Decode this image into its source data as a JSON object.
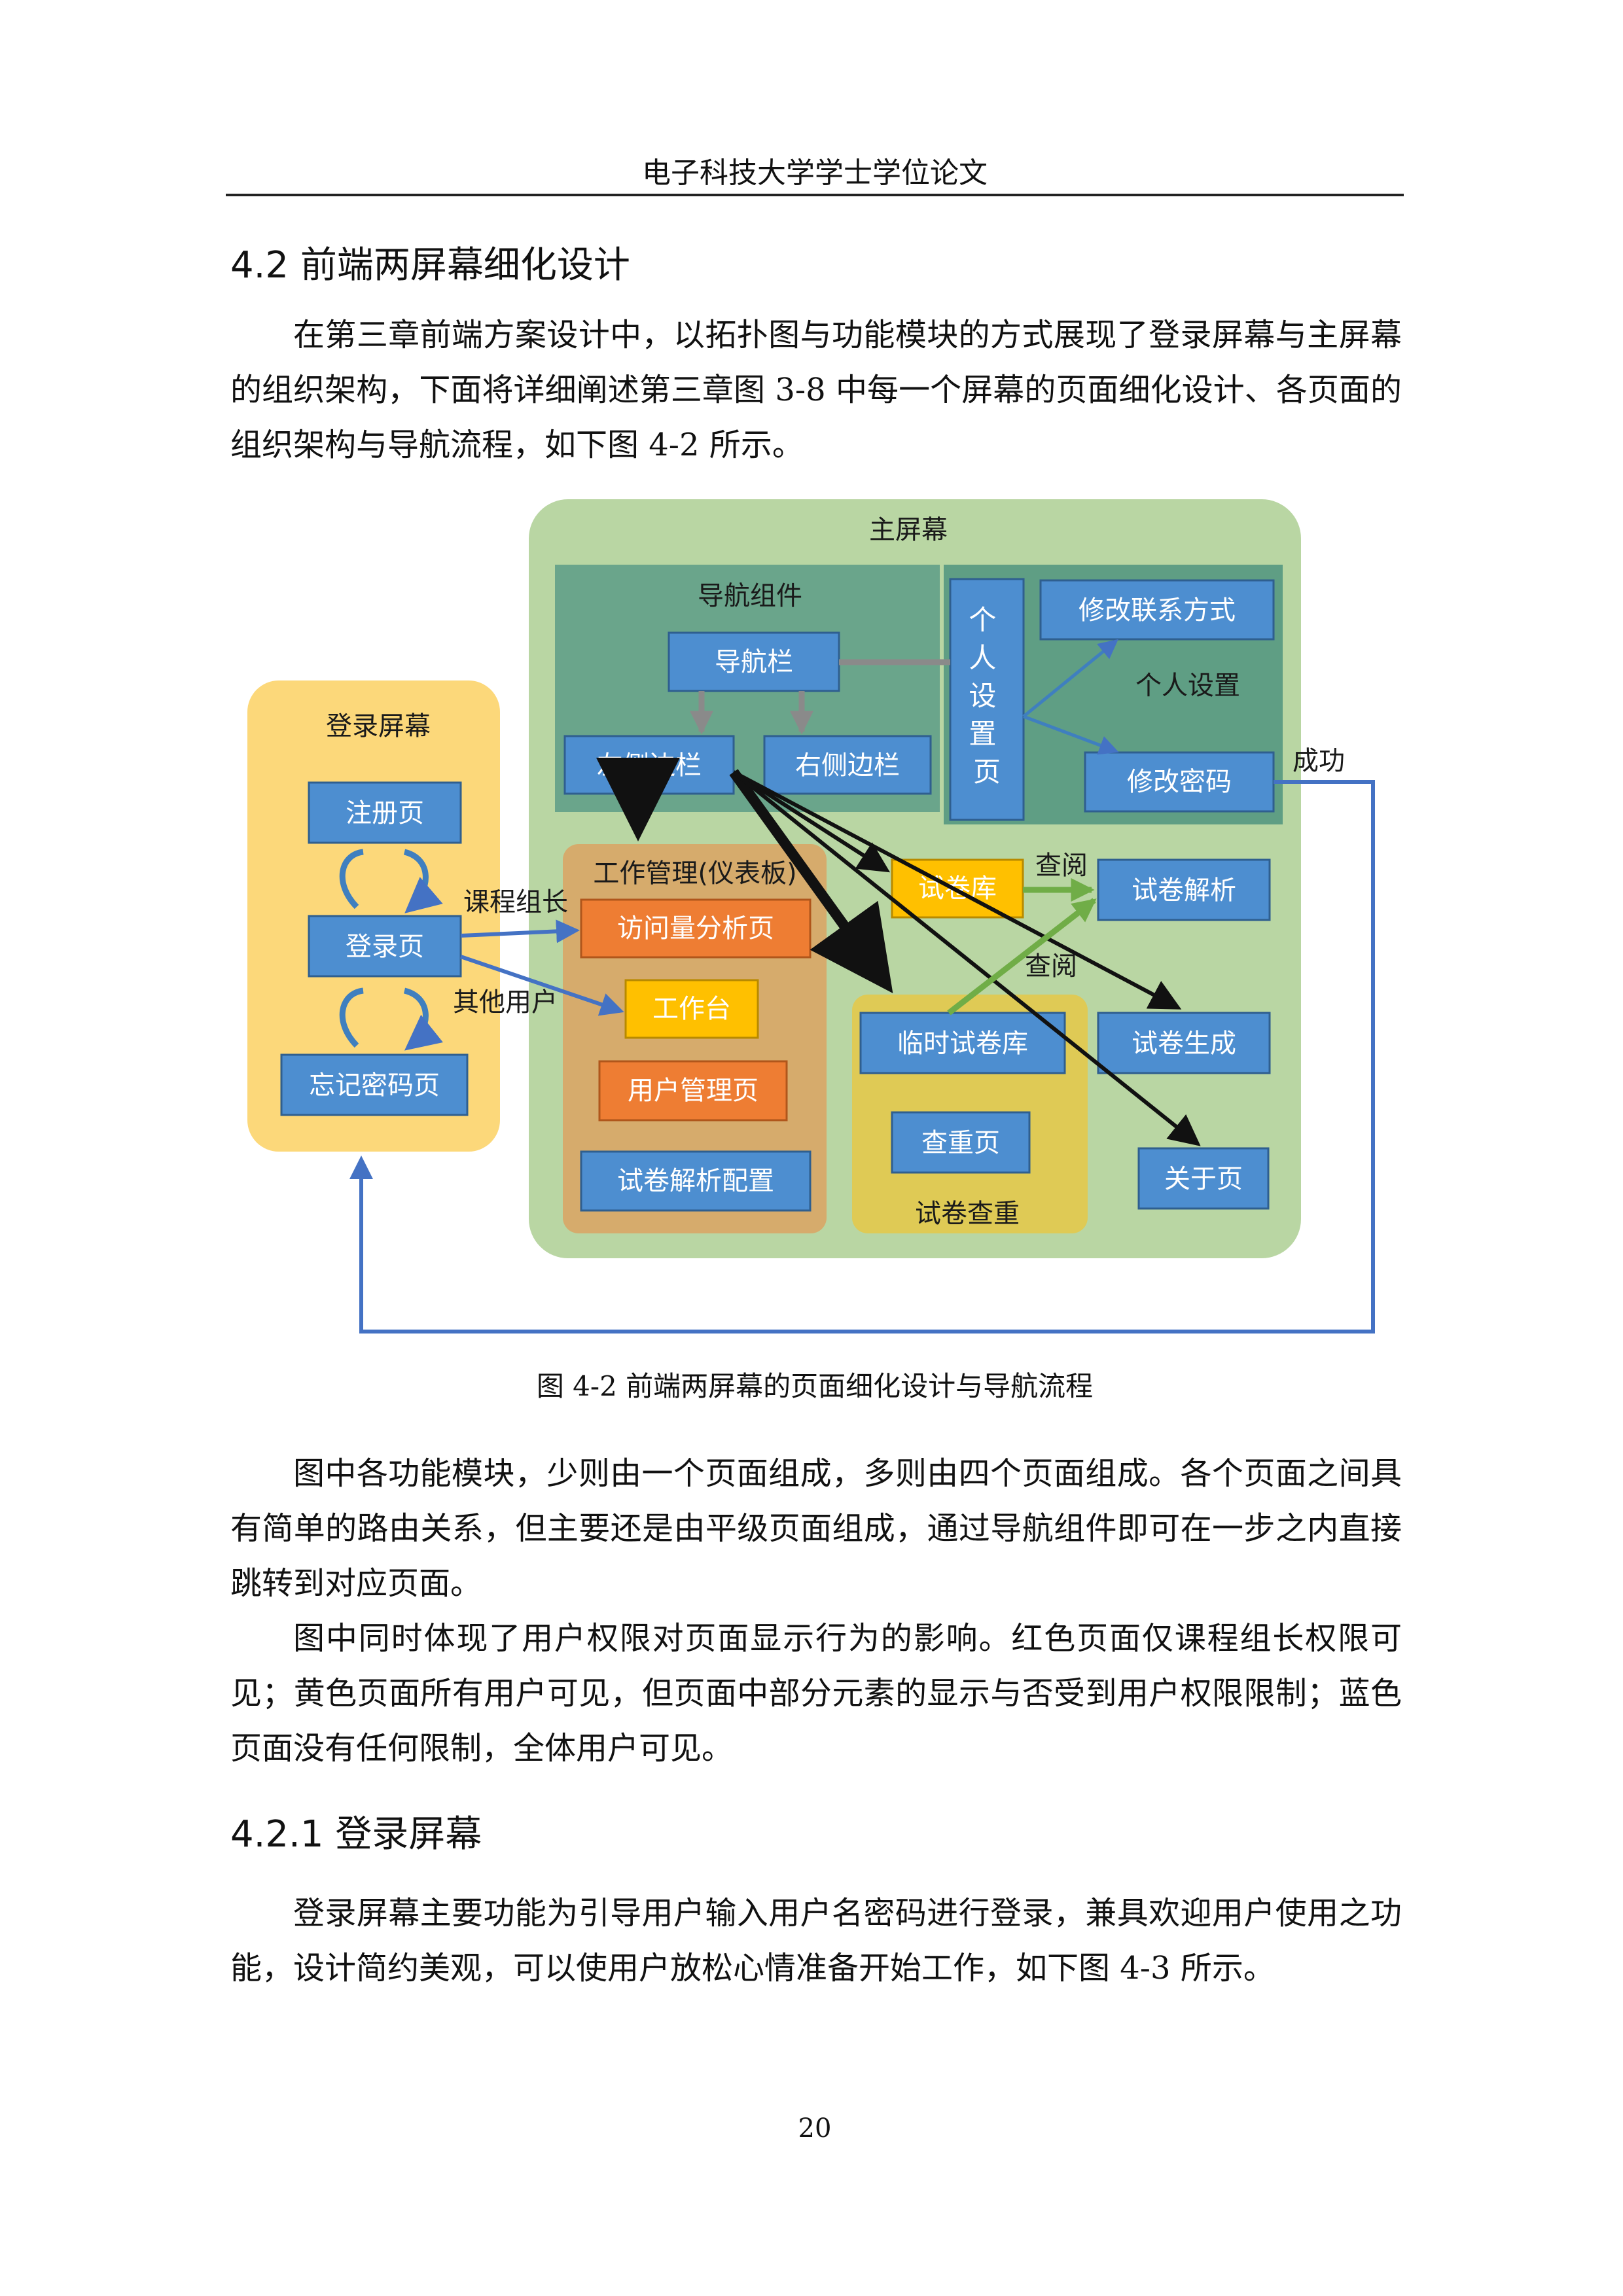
{
  "header": "电子科技大学学士学位论文",
  "section_title": "4.2  前端两屏幕细化设计",
  "para1": "在第三章前端方案设计中，以拓扑图与功能模块的方式展现了登录屏幕与主屏幕的组织架构，下面将详细阐述第三章图 3-8 中每一个屏幕的页面细化设计、各页面的组织架构与导航流程，如下图 4-2 所示。",
  "diagram": {
    "main_screen": "主屏幕",
    "nav_group": "导航组件",
    "nav_bar": "导航栏",
    "left_sidebar": "左侧边栏",
    "right_sidebar": "右侧边栏",
    "personal_page": "个人设置页",
    "change_contact": "修改联系方式",
    "personal_settings": "个人设置",
    "change_password": "修改密码",
    "success": "成功",
    "login_screen": "登录屏幕",
    "register_page": "注册页",
    "login_page": "登录页",
    "forgot_page": "忘记密码页",
    "course_leader": "课程组长",
    "other_users": "其他用户",
    "work_mgmt": "工作管理(仪表板)",
    "traffic_page": "访问量分析页",
    "workbench": "工作台",
    "user_mgmt": "用户管理页",
    "analysis_config": "试卷解析配置",
    "paper_bank": "试卷库",
    "view1": "查阅",
    "paper_analysis": "试卷解析",
    "view2": "查阅",
    "temp_bank": "临时试卷库",
    "paper_gen": "试卷生成",
    "dup_page": "查重页",
    "dup_group": "试卷查重",
    "about_page": "关于页"
  },
  "caption": "图 4-2  前端两屏幕的页面细化设计与导航流程",
  "para2": "图中各功能模块，少则由一个页面组成，多则由四个页面组成。各个页面之间具有简单的路由关系，但主要还是由平级页面组成，通过导航组件即可在一步之内直接跳转到对应页面。",
  "para3": "图中同时体现了用户权限对页面显示行为的影响。红色页面仅课程组长权限可见；黄色页面所有用户可见，但页面中部分元素的显示与否受到用户权限限制；蓝色页面没有任何限制，全体用户可见。",
  "subsection_title": "4.2.1  登录屏幕",
  "para4": "登录屏幕主要功能为引导用户输入用户名密码进行登录，兼具欢迎用户使用之功能，设计简约美观，可以使用户放松心情准备开始工作，如下图 4-3 所示。",
  "page_number": "20",
  "colors": {
    "main_bg": "#b9d6a3",
    "nav_group": "#6aa58b",
    "personal_group": "#5f9e84",
    "login_bg": "#fcd87a",
    "work_bg": "#d6ab6c",
    "dup_bg": "#dfca55",
    "blue_box": "#4d8ed0",
    "orange_box": "#ee7d33",
    "yellow_box": "#ffc000",
    "arrow_blue": "#4472c4",
    "arrow_green": "#70ad47"
  }
}
